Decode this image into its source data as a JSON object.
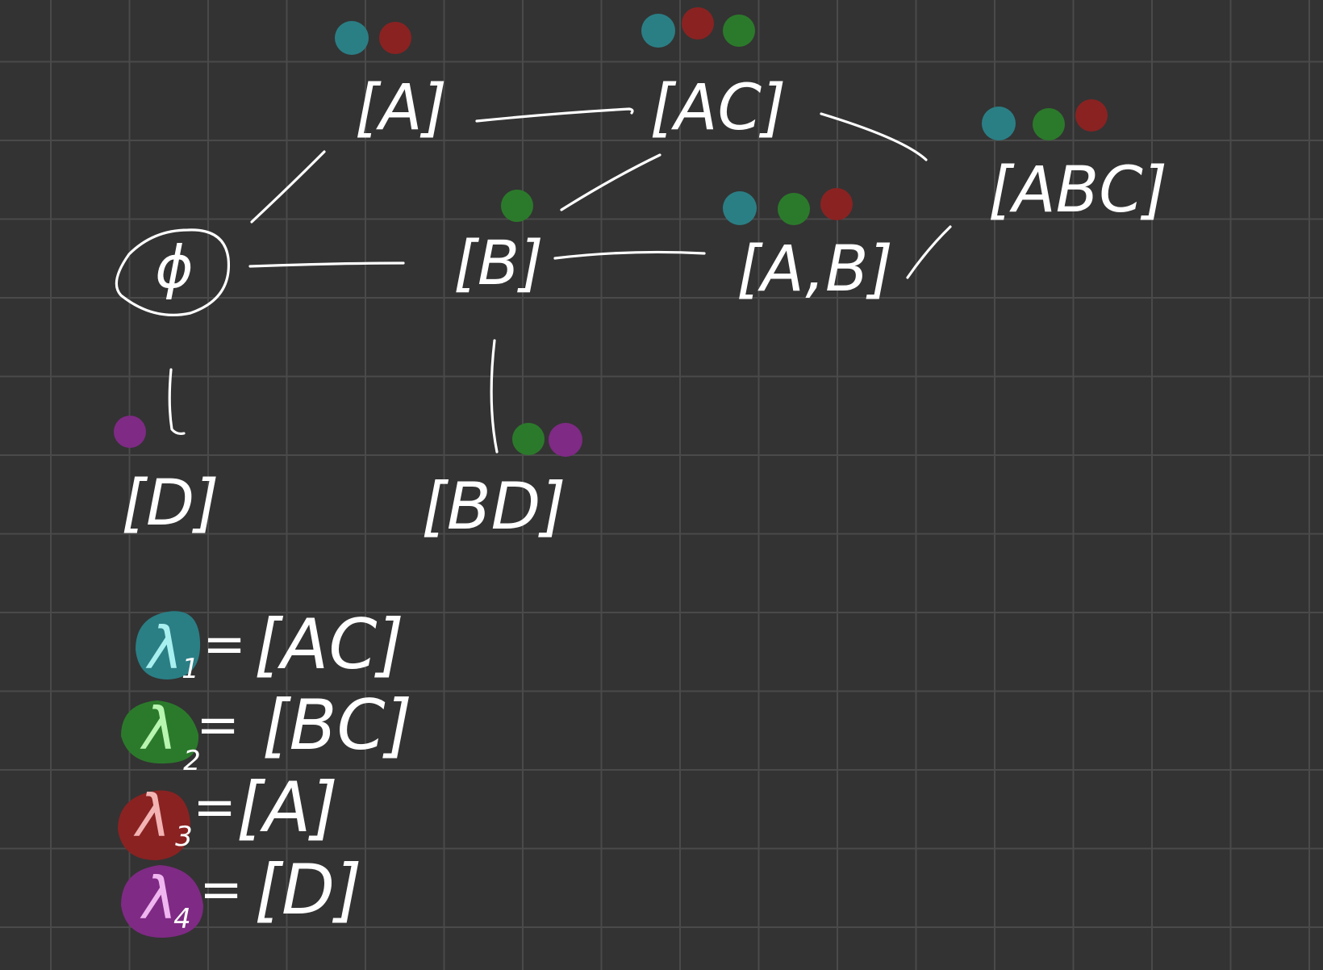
{
  "colors": {
    "background": "#333333",
    "grid": "#4a4a4a",
    "ink": "#ffffff",
    "teal": "#2a7f85",
    "darkred": "#8a2222",
    "green": "#2b7a2b",
    "purple": "#7f2a85",
    "teal_ink": "#a8f0f0",
    "green_ink": "#b8f5b0",
    "red_ink": "#f3b3b3",
    "purple_ink": "#f0b6f0"
  },
  "diagram": {
    "nodes": [
      {
        "id": "empty",
        "label": "ϕ",
        "dots": []
      },
      {
        "id": "A",
        "label": "[A]",
        "dots": [
          "teal",
          "darkred"
        ]
      },
      {
        "id": "AC",
        "label": "[AC]",
        "dots": [
          "teal",
          "darkred",
          "green"
        ]
      },
      {
        "id": "ABC",
        "label": "[ABC]",
        "dots": [
          "teal",
          "green",
          "darkred"
        ]
      },
      {
        "id": "B",
        "label": "[B]",
        "dots": [
          "green"
        ]
      },
      {
        "id": "AB",
        "label": "[A,B]",
        "dots": [
          "teal",
          "green",
          "darkred"
        ]
      },
      {
        "id": "D",
        "label": "[D]",
        "dots": [
          "purple"
        ]
      },
      {
        "id": "BD",
        "label": "[BD]",
        "dots": [
          "green",
          "purple"
        ]
      }
    ],
    "edges": [
      [
        "empty",
        "A"
      ],
      [
        "empty",
        "B"
      ],
      [
        "empty",
        "D"
      ],
      [
        "A",
        "AC"
      ],
      [
        "B",
        "AC"
      ],
      [
        "B",
        "AB"
      ],
      [
        "B",
        "BD"
      ],
      [
        "AC",
        "ABC"
      ],
      [
        "AB",
        "ABC"
      ]
    ]
  },
  "legend": [
    {
      "symbol": "λ",
      "subscript": "1",
      "equals": "=",
      "value": "[AC]",
      "color": "teal"
    },
    {
      "symbol": "λ",
      "subscript": "2",
      "equals": "=",
      "value": "[BC]",
      "color": "green"
    },
    {
      "symbol": "λ",
      "subscript": "3",
      "equals": "=",
      "value": "[A]",
      "color": "darkred"
    },
    {
      "symbol": "λ",
      "subscript": "4",
      "equals": "=",
      "value": "[D]",
      "color": "purple"
    }
  ]
}
